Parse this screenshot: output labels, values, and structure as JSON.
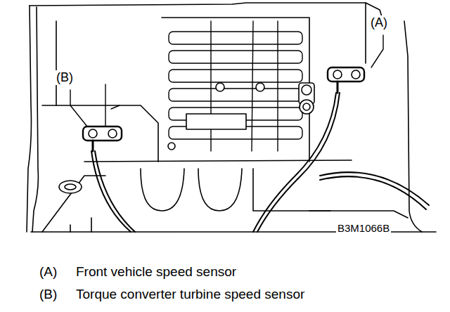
{
  "diagram": {
    "labels": [
      "(A)",
      "(B)",
      "B3M1066B",
      "(A)",
      "Front vehicle speed sensor",
      "(B)",
      "Torque converter turbine speed sensor"
    ]
  }
}
